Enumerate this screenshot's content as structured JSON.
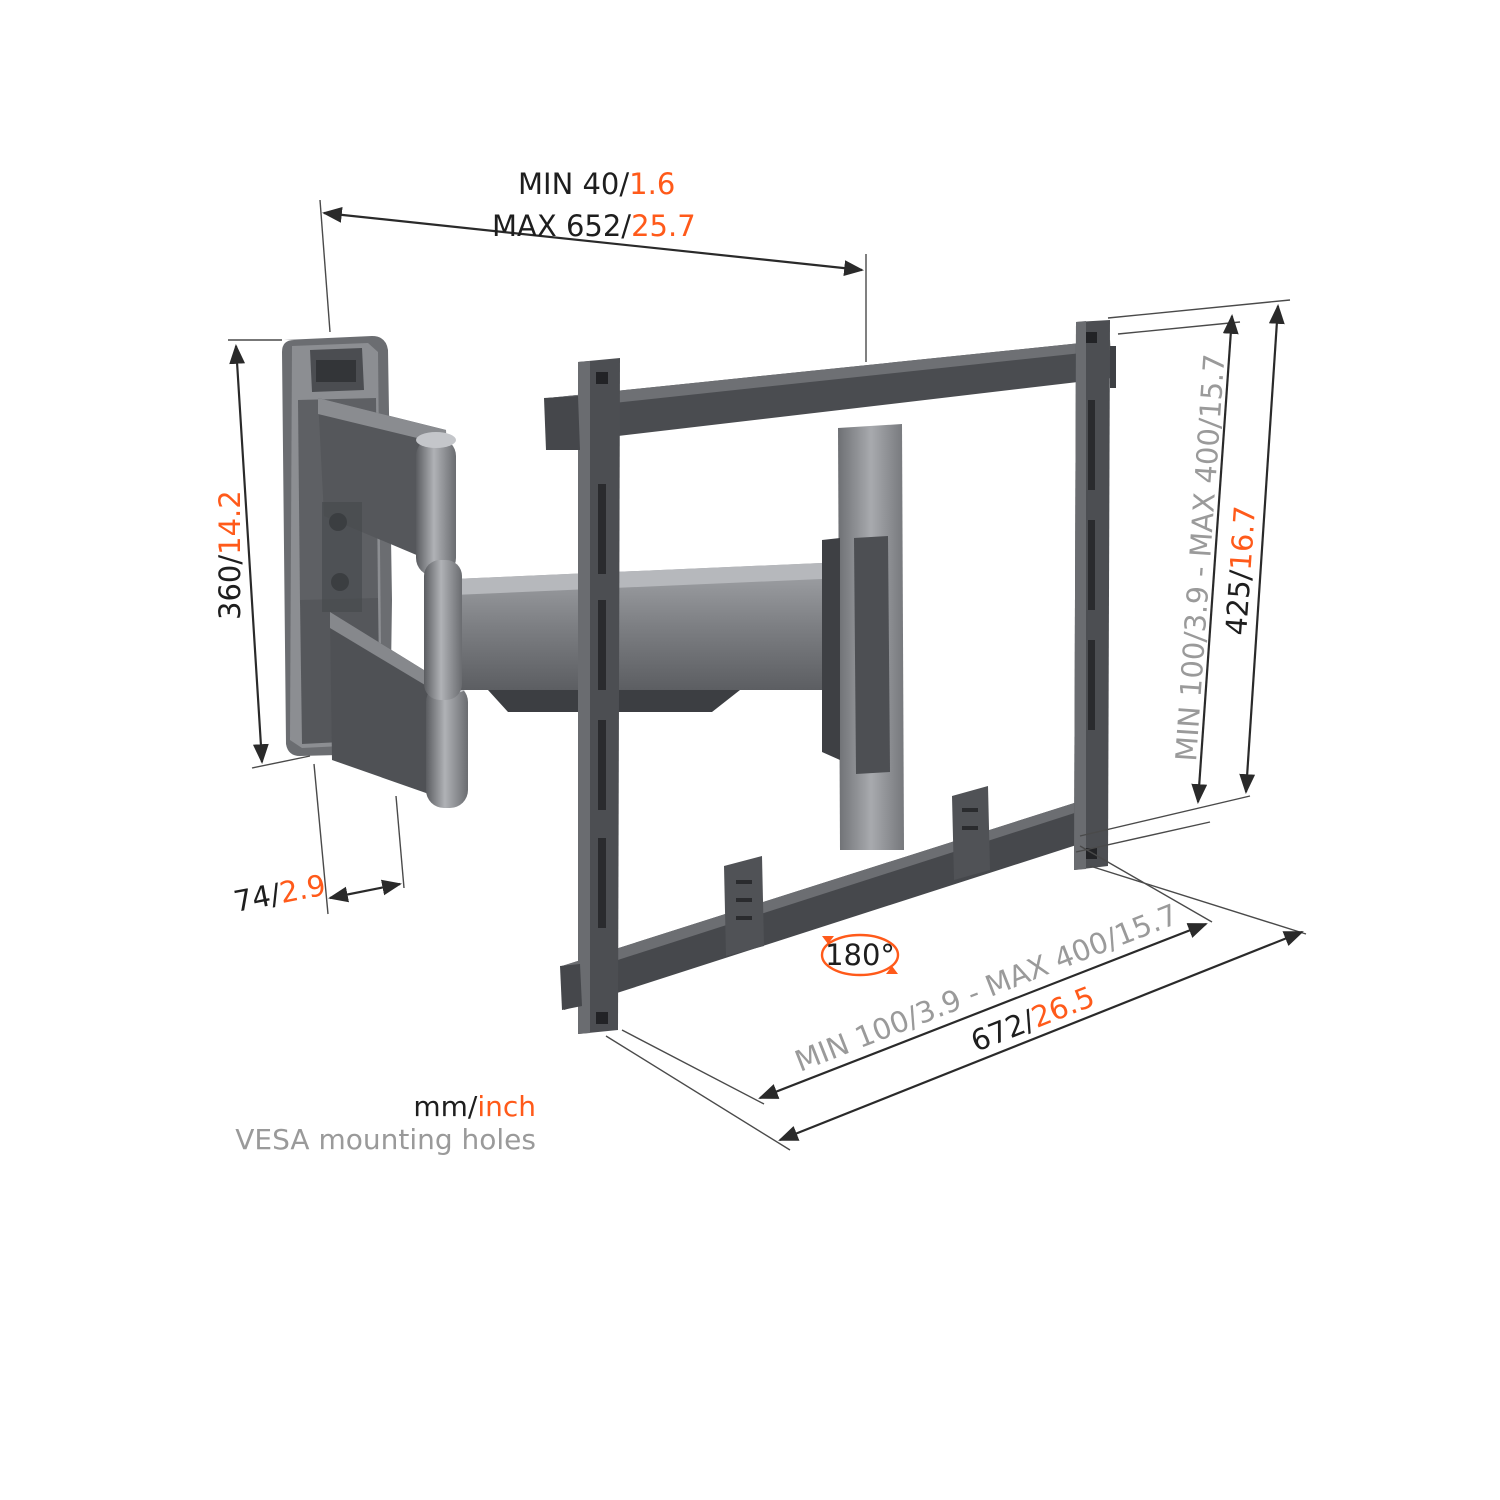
{
  "dimensions": {
    "arm_extension": {
      "min_mm": "MIN 40/",
      "min_in": "1.6",
      "max_mm": "MAX 652/",
      "max_in": "25.7"
    },
    "wall_plate_height": {
      "mm": "360/",
      "in": "14.2"
    },
    "wall_plate_depth": {
      "mm": "74/",
      "in": "2.9"
    },
    "vesa_vertical": {
      "text": "MIN 100/3.9 - MAX 400/15.7"
    },
    "plate_height": {
      "mm": "425/",
      "in": "16.7"
    },
    "vesa_horizontal": {
      "text": "MIN 100/3.9 - MAX 400/15.7"
    },
    "plate_width": {
      "mm": "672/",
      "in": "26.5"
    },
    "rotation": "180°"
  },
  "legend": {
    "unit_mm": "mm/",
    "unit_inch": "inch",
    "vesa_label": "VESA mounting holes"
  },
  "colors": {
    "mm_text": "#1e1e1e",
    "inch_text": "#ff5a1a",
    "vesa_text": "#9a9a9a",
    "mount_dark": "#4a4c50",
    "mount_light": "#8a8c90"
  }
}
